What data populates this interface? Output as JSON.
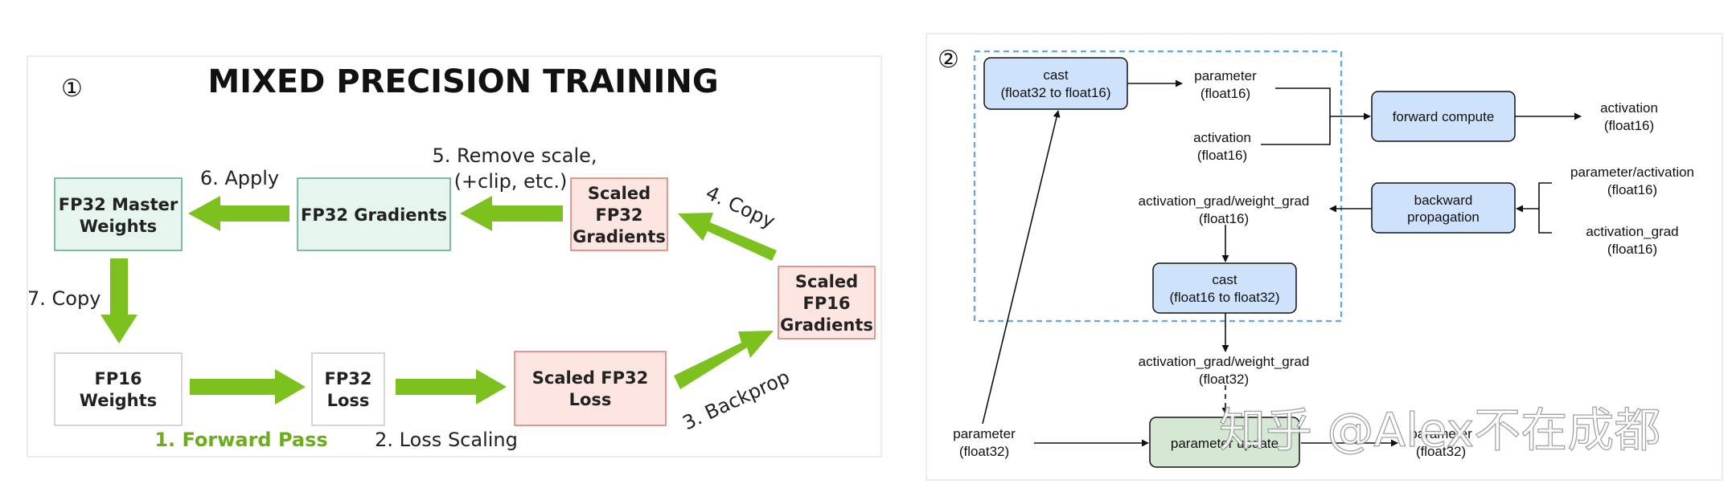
{
  "left_panel": {
    "number": "①",
    "title": "MIXED PRECISION TRAINING",
    "colors": {
      "green_box": "#e6f5ee",
      "red_box": "#fde6e1",
      "white_box": "#ffffff",
      "arrow": "#7dc11f",
      "green_label": "#6cae1a"
    },
    "boxes": {
      "master_weights": [
        "FP32 Master",
        "Weights"
      ],
      "fp32_gradients": [
        "FP32 Gradients"
      ],
      "scaled_fp32_gradients": [
        "Scaled",
        "FP32",
        "Gradients"
      ],
      "scaled_fp16_gradients": [
        "Scaled",
        "FP16",
        "Gradients"
      ],
      "fp16_weights": [
        "FP16",
        "Weights"
      ],
      "fp32_loss": [
        "FP32",
        "Loss"
      ],
      "scaled_fp32_loss": [
        "Scaled FP32",
        "Loss"
      ]
    },
    "steps": {
      "forward": "1. Forward Pass",
      "loss_scaling": "2. Loss Scaling",
      "backprop": "3. Backprop",
      "copy4": "4. Copy",
      "remove_scale": [
        "5. Remove scale,",
        "(+clip, etc.)"
      ],
      "apply": "6. Apply",
      "copy7": "7. Copy"
    }
  },
  "right_panel": {
    "number": "②",
    "colors": {
      "blue_box": "#cfe2fb",
      "green_box": "#d5e8d4",
      "dashed": "#5aa9e6"
    },
    "boxes": {
      "cast_top": [
        "cast",
        "(float32 to float16)"
      ],
      "forward_compute": [
        "forward compute"
      ],
      "backward_propagation": [
        "backward",
        "propagation"
      ],
      "cast_mid": [
        "cast",
        "(float16 to float32)"
      ],
      "parameter_update": [
        "parameter update"
      ]
    },
    "labels": {
      "param_f16": [
        "parameter",
        "(float16)"
      ],
      "act_f16": [
        "activation",
        "(float16)"
      ],
      "activation_out": [
        "activation",
        "(float16)"
      ],
      "param_act_in": [
        "parameter/activation",
        "(float16)"
      ],
      "act_grad_in": [
        "activation_grad",
        "(float16)"
      ],
      "grads_f16": [
        "activation_grad/weight_grad",
        "(float16)"
      ],
      "grads_f32": [
        "activation_grad/weight_grad",
        "(float32)"
      ],
      "param_in": [
        "parameter",
        "(float32)"
      ],
      "param_out": [
        "parameter",
        "(float32)"
      ]
    }
  },
  "watermark": "知乎 @Alex不在成都"
}
